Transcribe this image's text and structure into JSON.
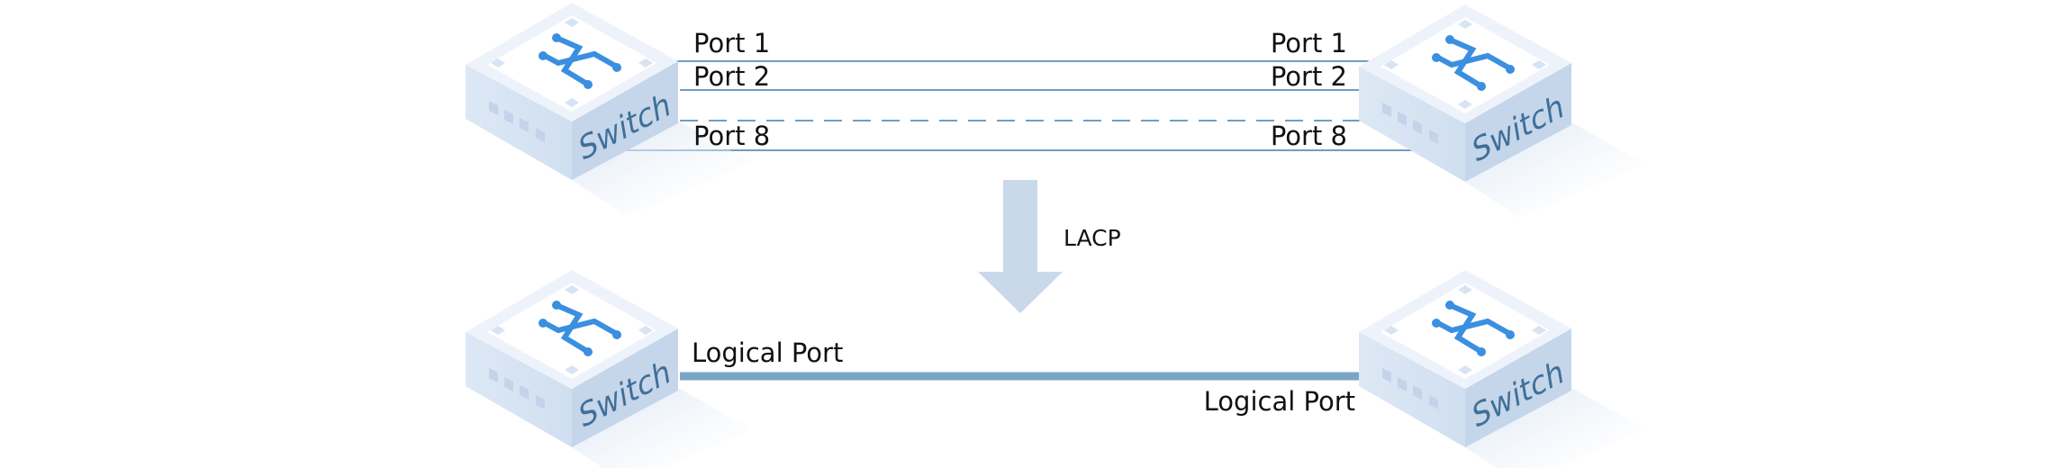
{
  "top_diagram": {
    "left_ports": [
      "Port 1",
      "Port 2",
      "Port 8"
    ],
    "right_ports": [
      "Port 1",
      "Port 2",
      "Port 8"
    ],
    "line_color": "#6f9ec2"
  },
  "arrow": {
    "label": "LACP",
    "color": "#c9d9ea"
  },
  "bottom_diagram": {
    "left_label": "Logical Port",
    "right_label": "Logical Port",
    "line_color": "#7aa6c6"
  },
  "switch": {
    "label": "Switch",
    "icon": "crossed-arrows-icon",
    "top_color": "#eef3fb",
    "side_color": "#c5d6ea",
    "accent": "#3b8fe0"
  }
}
